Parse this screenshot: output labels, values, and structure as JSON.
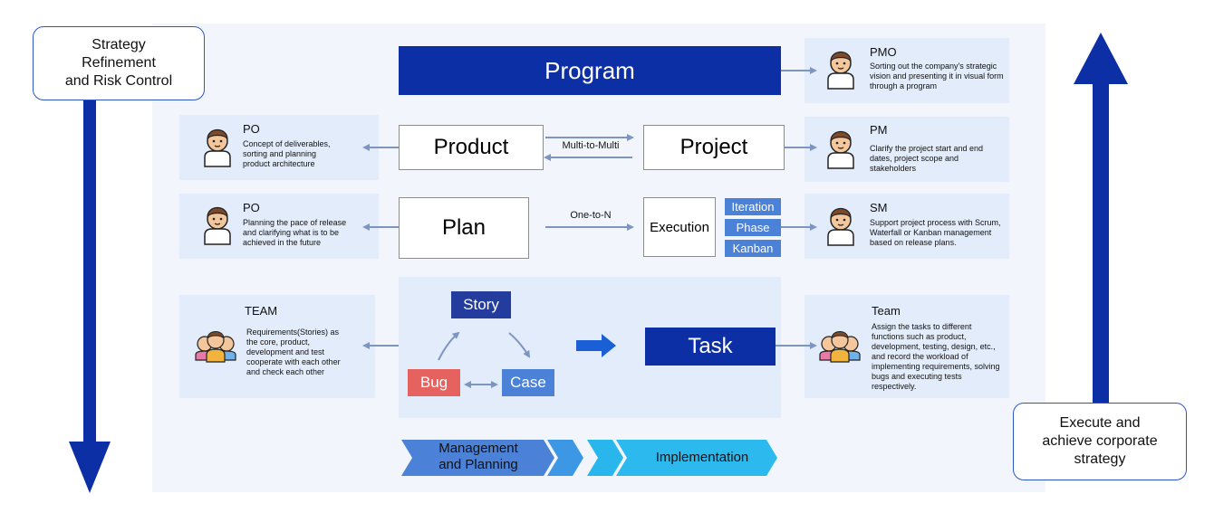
{
  "colors": {
    "navy": "#0d2fa6",
    "blue": "#4b82d8",
    "red": "#e6625e",
    "arrow": "#7d95c0",
    "panel": "#f2f6fc",
    "card": "#e3ecfa"
  },
  "left_strategy": {
    "label": "Strategy\nRefinement\nand Risk Control"
  },
  "right_strategy": {
    "label": "Execute and\nachieve corporate\nstrategy"
  },
  "program": {
    "label": "Program"
  },
  "product": {
    "label": "Product"
  },
  "project": {
    "label": "Project"
  },
  "plan": {
    "label": "Plan"
  },
  "execution": {
    "label": "Execution"
  },
  "relations": {
    "multi": "Multi-to-Multi",
    "one": "One-to-N"
  },
  "execution_types": [
    "Iteration",
    "Phase",
    "Kanban"
  ],
  "cycle": {
    "story": "Story",
    "bug": "Bug",
    "case": "Case"
  },
  "task": {
    "label": "Task"
  },
  "stages": {
    "management": "Management\nand Planning",
    "implementation": "Implementation"
  },
  "roles": {
    "pmo": {
      "title": "PMO",
      "desc": "Sorting out the company's strategic vision and presenting it in visual form through a program",
      "icon": "businessman-icon"
    },
    "po_product": {
      "title": "PO",
      "desc": "Concept of deliverables, sorting and planning product architecture",
      "icon": "businessman-icon"
    },
    "pm": {
      "title": "PM",
      "desc": "Clarify the project start and end dates, project scope and stakeholders",
      "icon": "manager-icon"
    },
    "po_plan": {
      "title": "PO",
      "desc": "Planning the pace of release and clarifying what is to be achieved in the future",
      "icon": "businessman-icon"
    },
    "sm": {
      "title": "SM",
      "desc": "Support project process with Scrum, Waterfall or Kanban management based on release plans.",
      "icon": "person-icon"
    },
    "team_left": {
      "title": "TEAM",
      "desc": "Requirements(Stories) as the core, product, development and test cooperate with each other and check each other",
      "icon": "team-icon"
    },
    "team_right": {
      "title": "Team",
      "desc": "Assign the tasks to different functions such as product, development, testing, design, etc., and record the workload of implementing requirements, solving bugs and executing tests respectively.",
      "icon": "team-icon"
    }
  }
}
